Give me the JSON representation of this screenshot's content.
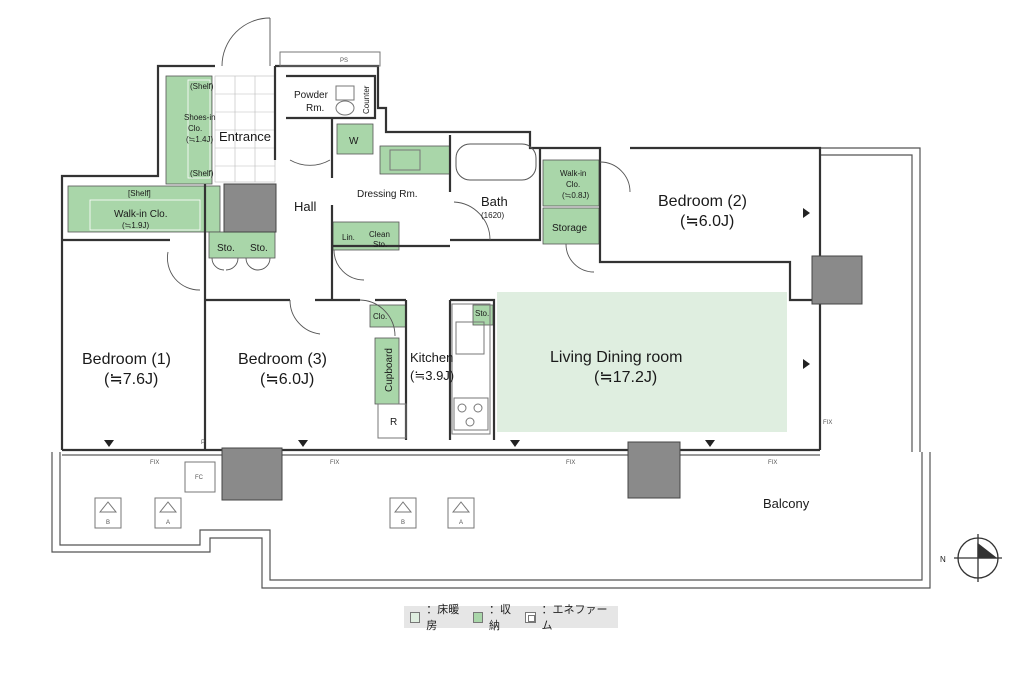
{
  "rooms": {
    "entrance": "Entrance",
    "hall": "Hall",
    "powder": "Powder\nRm.",
    "dressing": "Dressing Rm.",
    "bath": "Bath",
    "bath_size": "(1620)",
    "bed1": "Bedroom (1)",
    "bed1_size": "(≒7.6J)",
    "bed2": "Bedroom (2)",
    "bed2_size": "(≒6.0J)",
    "bed3": "Bedroom (3)",
    "bed3_size": "(≒6.0J)",
    "kitchen": "Kitchen",
    "kitchen_size": "(≒3.9J)",
    "ldk": "Living Dining room",
    "ldk_size": "(≒17.2J)",
    "balcony": "Balcony"
  },
  "fixtures": {
    "shelf": "Shelf",
    "shoes_clo": "Shoes-in\nClo.",
    "shoes_size": "(≒1.4J)",
    "wic1": "Walk-in Clo.",
    "wic1_size": "(≒1.9J)",
    "wic2": "Walk-in\nClo.",
    "wic2_size": "(≒0.8J)",
    "sto": "Sto.",
    "lin": "Lin.",
    "clean_sto": "Clean\nSto.",
    "storage": "Storage",
    "w": "W",
    "counter": "Counter",
    "clo": "Clo.",
    "cupboard": "Cupboard",
    "r": "R",
    "ps": "PS",
    "p": "P",
    "fc": "FC",
    "fix": "FIX",
    "a": "A",
    "b": "B",
    "n": "N"
  },
  "legend": {
    "floor_heating": "：床暖房",
    "storage": "：収納",
    "enefarm": "：エネファーム"
  },
  "colors": {
    "storage_green": "#a9d6a9",
    "floor_green": "#dfeee0",
    "pillar_gray": "#8a8a8a",
    "wall": "#333333"
  }
}
